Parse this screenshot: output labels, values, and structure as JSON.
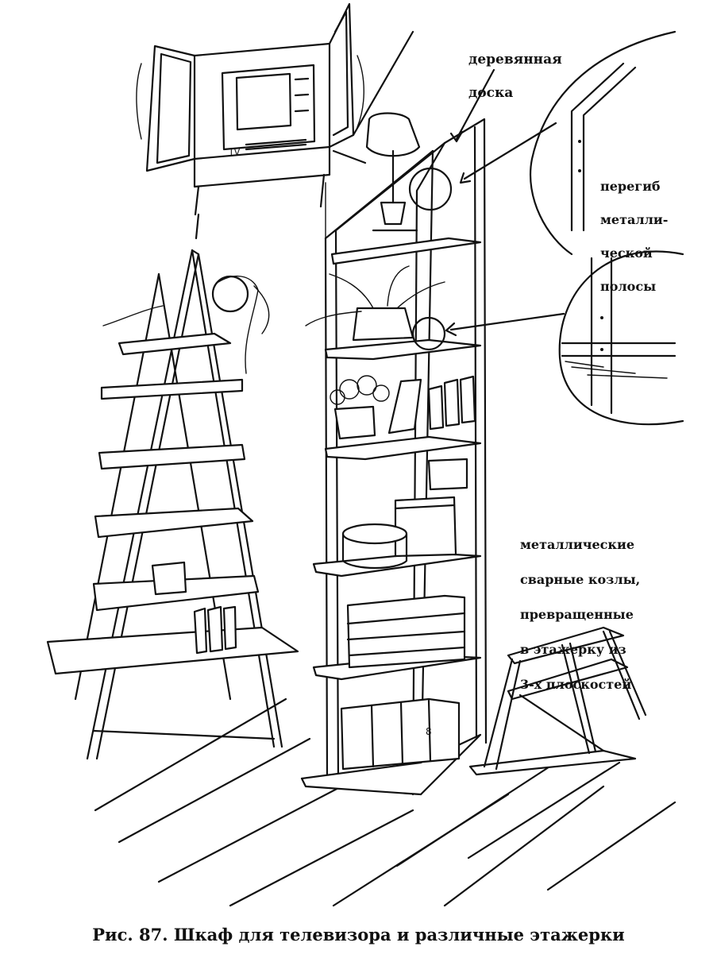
{
  "labels": {
    "wooden_board": [
      "деревянная",
      "доска"
    ],
    "strip_bend": [
      "перегиб",
      "металли-",
      "ческой",
      "полосы"
    ],
    "welded_trestles": [
      "металлические",
      "сварные козлы,",
      "превращенные",
      "в этажерку из",
      "3-х плоскостей"
    ]
  },
  "tv_label": "TV",
  "crate_label": "8",
  "caption": "Рис. 87. Шкаф для телевизора и различные этажерки"
}
